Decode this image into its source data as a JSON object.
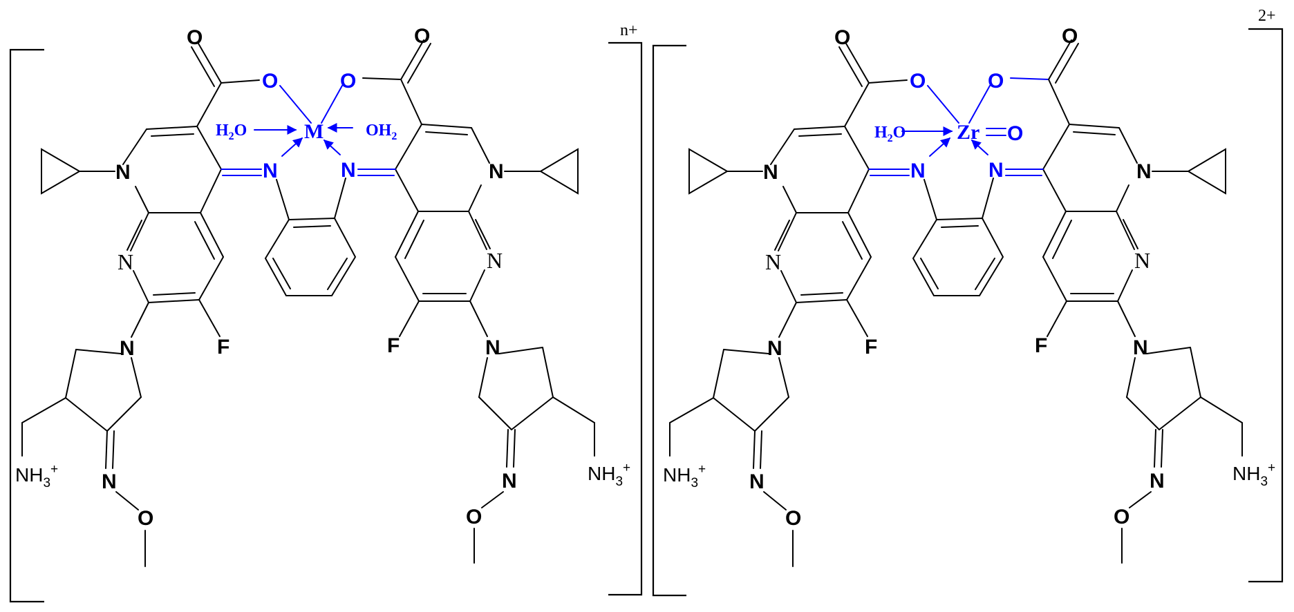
{
  "structures": [
    {
      "metal_label": "M",
      "left_ligand_label": "H2O",
      "right_ligand_label": "OH2",
      "charge_label": "n+"
    },
    {
      "metal_label": "Zr",
      "left_ligand_label": "H2O",
      "oxo_label": "O",
      "charge_label": "2+"
    }
  ],
  "common_labels": {
    "carbonyl_oxygen": "O",
    "ring_nitrogen": "N",
    "fluorine": "F",
    "ammonium": "NH3+",
    "methoxy_oxygen": "O"
  },
  "colors": {
    "bonds": "#000000",
    "coordination": "#0000ff"
  }
}
